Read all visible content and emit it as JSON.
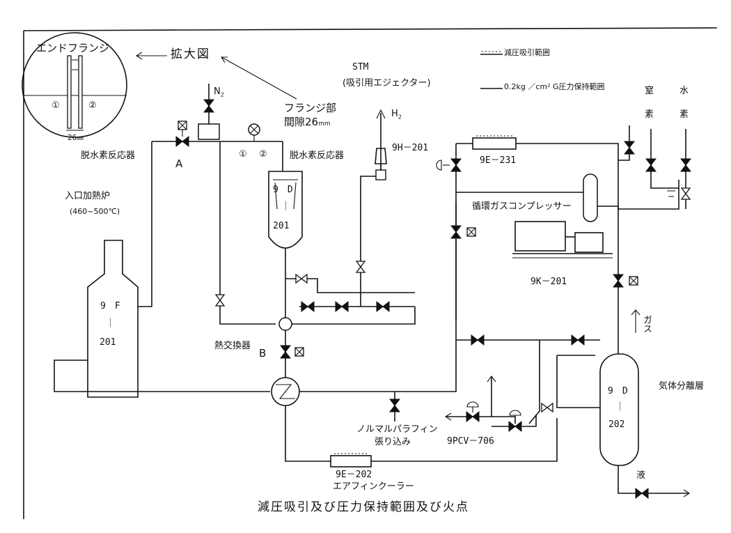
{
  "labels": {
    "end_flange": "エンドフランジ",
    "enlarged": "拡大図",
    "circle_1": "①",
    "circle_2": "②",
    "gap_26": "26",
    "mm_small": "mm",
    "reactor_left": "脱水素反応器",
    "valve_a": "A",
    "n2": "N",
    "n2_sub": "2",
    "flange_part": "フランジ部",
    "flange_gap": "間隙",
    "flange_gap_val": "26",
    "flange_gap_unit": "mm",
    "pt1": "①",
    "pt2": "②",
    "reactor_right": "脱水素反応器",
    "stm": "STM",
    "ejector": "(吸引用エジェクター)",
    "h2": "H",
    "h2_sub": "2",
    "ejector_tag": "9H－201",
    "legend_vacuum": "減圧吸引範囲",
    "legend_pressure": "0.2kg ／cm² G圧力保持範囲",
    "nitrogen_top": "窒",
    "nitrogen_bottom": "素",
    "hydrogen_top": "水",
    "hydrogen_bottom": "素",
    "hx_top_tag": "9E－231",
    "compressor_label": "循環ガスコンプレッサー",
    "compressor_tag": "9K－201",
    "inlet_heater": "入口加熱炉",
    "inlet_temp": "(460~500℃)",
    "heater_tag_top": "9　F",
    "heater_tag_dash": "｜",
    "heater_tag_bottom": "201",
    "reactor_tag_top": "9　D",
    "reactor_tag_dash": "｜",
    "reactor_tag_bottom": "201",
    "heat_exchanger": "熱交換器",
    "valve_b": "B",
    "paraffin_1": "ノルマルパラフィン",
    "paraffin_2": "張り込み",
    "pcv_tag": "9PCV－706",
    "air_cooler_tag": "9E－202",
    "air_cooler": "エアフィンクーラー",
    "separator_tag_top": "9　D",
    "separator_tag_dash": "｜",
    "separator_tag_bottom": "202",
    "separator": "気体分離層",
    "gas": "ガス",
    "liquid": "液",
    "caption": "減圧吸引及び圧力保持範囲及び火点"
  }
}
